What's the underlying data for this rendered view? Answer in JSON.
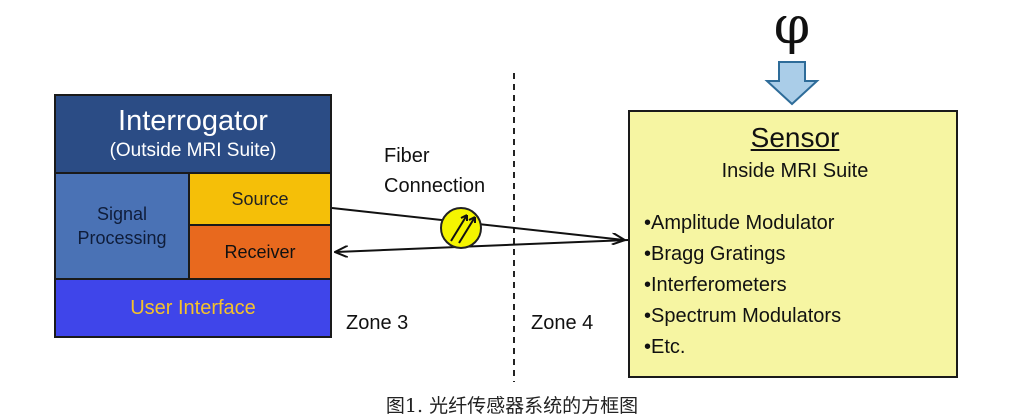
{
  "phi_symbol": "φ",
  "interrogator": {
    "title": "Interrogator",
    "subtitle": "(Outside MRI Suite)",
    "signal_line1": "Signal",
    "signal_line2": "Processing",
    "source": "Source",
    "receiver": "Receiver",
    "user_interface": "User Interface"
  },
  "fiber": {
    "line1": "Fiber",
    "line2": "Connection"
  },
  "zones": {
    "zone3": "Zone 3",
    "zone4": "Zone 4"
  },
  "sensor": {
    "title": "Sensor",
    "subtitle": "Inside MRI Suite",
    "items": [
      "•Amplitude Modulator",
      "•Bragg Gratings",
      "•Interferometers",
      "•Spectrum Modulators",
      "•Etc."
    ]
  },
  "caption": "图1. 光纤传感器系统的方框图",
  "colors": {
    "interrogator_header": "#2b4c85",
    "signal_processing": "#4a72b5",
    "source": "#f5bf08",
    "receiver": "#e8691e",
    "user_interface_bg": "#3f45ea",
    "user_interface_text": "#f5c22a",
    "sensor_bg": "#f6f5a2",
    "arrow_fill": "#aacde8",
    "fiber_icon": "#f5f500"
  }
}
